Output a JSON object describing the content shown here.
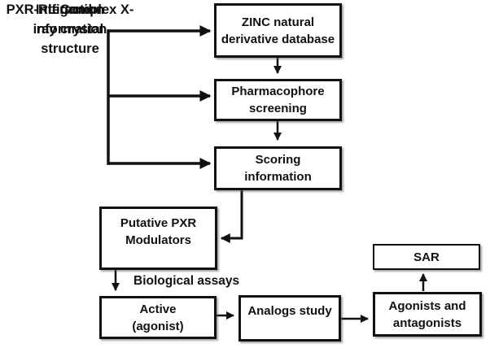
{
  "diagram": {
    "inputs": [
      {
        "label": "PXR-Rif Complex X-\nray crystal\nstructure"
      },
      {
        "label": "Interaction"
      },
      {
        "label": "Ligand\ninformation"
      }
    ],
    "nodes": {
      "zinc": "ZINC natural\nderivative database",
      "pharmacophore": "Pharmacophore\nscreening",
      "scoring": "Scoring\ninformation",
      "putative": "Putative PXR\nModulators",
      "active": "Active\n(agonist)",
      "analogs": "Analogs study",
      "agonists": "Agonists and\nantagonists",
      "sar": "SAR"
    },
    "edge_label": "Biological assays",
    "colors": {
      "line": "#111111",
      "box_border": "#111111",
      "background": "#ffffff",
      "text": "#111111"
    }
  }
}
